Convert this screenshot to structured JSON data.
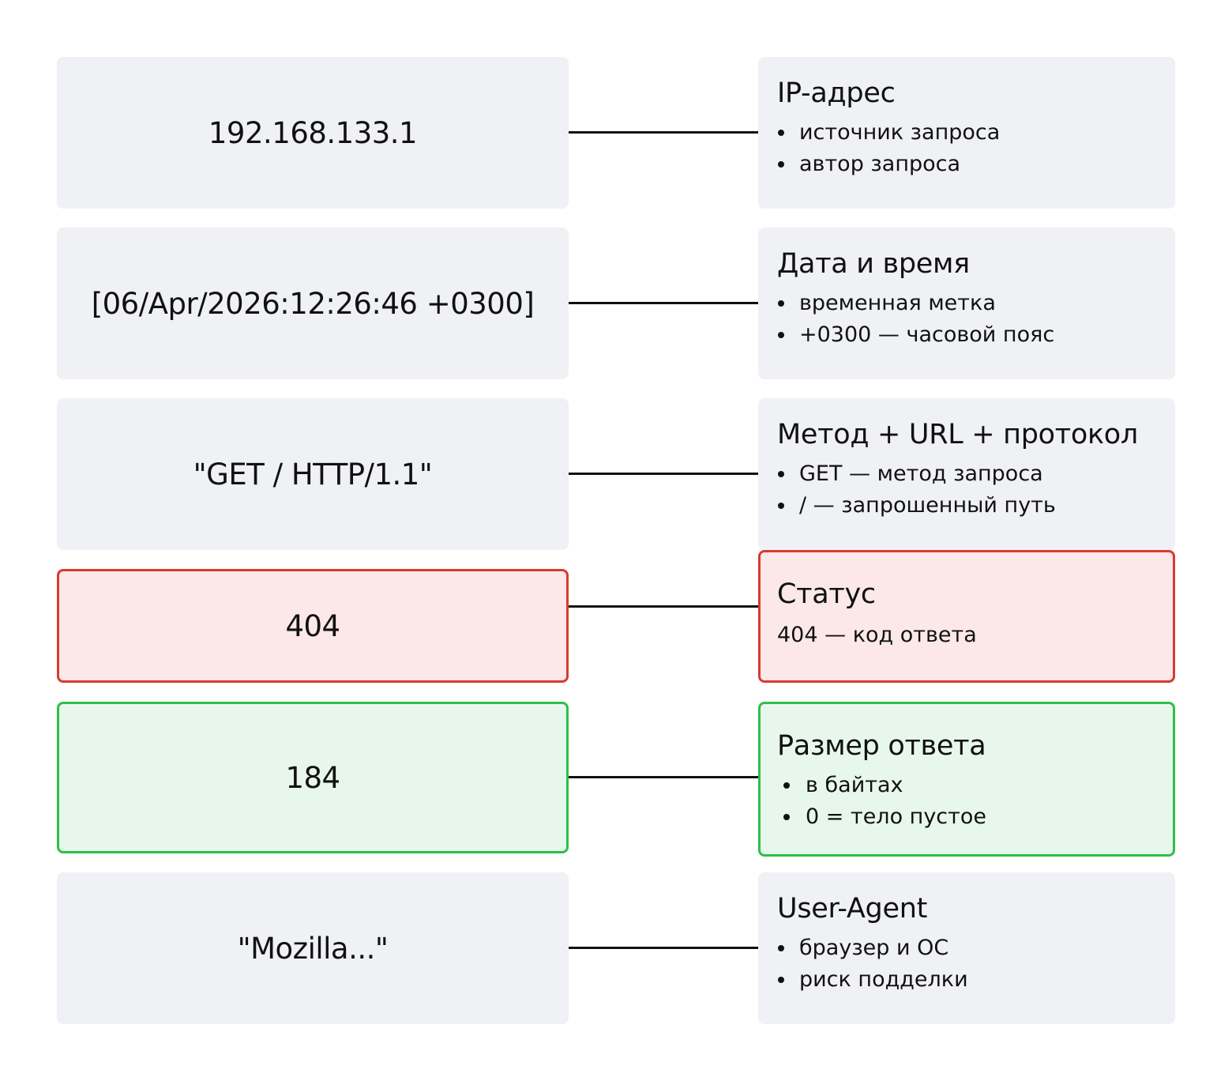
{
  "rows": [
    {
      "value": "192.168.133.1",
      "title": "IP-адрес",
      "items": [
        "источник запроса",
        "автор запроса"
      ]
    },
    {
      "value": "[06/Apr/2026:12:26:46 +0300]",
      "title": "Дата и время",
      "items": [
        "временная метка",
        "+0300 — часовой пояс"
      ]
    },
    {
      "value": "\"GET / HTTP/1.1\"",
      "title": "Метод + URL + протокол",
      "items": [
        "GET — метод запроса",
        "/ — запрошенный путь"
      ]
    },
    {
      "value": "404",
      "title": "Статус",
      "text": "404 — код ответа",
      "highlight_color": "#d93a2f"
    },
    {
      "value": "184",
      "title": "Размер ответа",
      "items": [
        "в байтах",
        "0 = тело пустое"
      ],
      "highlight_color": "#2fbf4a"
    },
    {
      "value": "\"Mozilla...\"",
      "title": "User-Agent",
      "items": [
        "браузер и ОС",
        "риск подделки"
      ]
    }
  ]
}
